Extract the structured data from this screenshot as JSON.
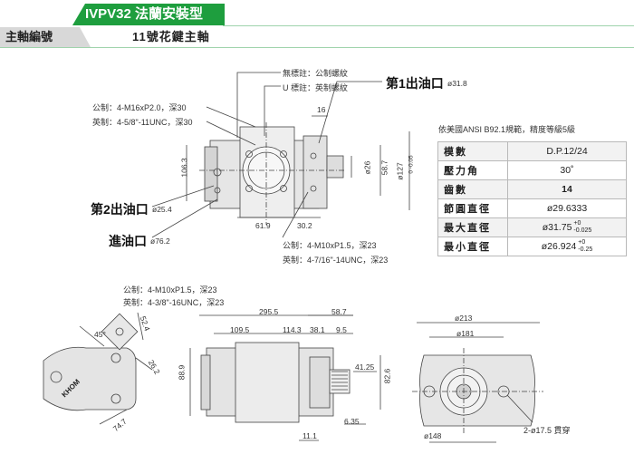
{
  "header": {
    "title": "IVPV32 法蘭安裝型",
    "shaft_label": "主軸編號",
    "shaft_value": "11號花鍵主軸"
  },
  "front_view": {
    "thread_no_mark": "無標註：公制螺紋",
    "thread_u_mark": "U 標註：英制螺紋",
    "port1_label": "第1出油口",
    "port1_size": "ø31.8",
    "port2_label": "第2出油口",
    "port2_size": "ø25.4",
    "inlet_label": "進油口",
    "inlet_size": "ø76.2",
    "bolt_metric_top": "公制：4-M16xP2.0，深30",
    "bolt_imperial_top": "英制：4-5/8\"-11UNC，深30",
    "bolt_metric_bottom": "公制：4-M10xP1.5，深23",
    "bolt_imperial_bottom": "英制：4-7/16\"-14UNC，深23",
    "dim_106_3": "106.3",
    "dim_16": "16",
    "dim_26": "ø26",
    "dim_58_7": "58.7",
    "dim_127": "ø127",
    "dim_127_tol": "0 -0.05",
    "dim_61_9": "61.9",
    "dim_30_2": "30.2"
  },
  "side_view": {
    "bolt_metric": "公制：4-M10xP1.5，深23",
    "bolt_imperial": "英制：4-3/8\"-16UNC，深23",
    "dim_52_4": "52.4",
    "dim_26_2": "26.2",
    "dim_45": "45°",
    "dim_74_7": "74.7",
    "brand": "KHOM"
  },
  "bottom_view": {
    "dim_295_5": "295.5",
    "dim_58_7": "58.7",
    "dim_109_5": "109.5",
    "dim_114_3": "114.3",
    "dim_38_1": "38.1",
    "dim_9_5": "9.5",
    "dim_88_9": "88.9",
    "dim_41_25": "41.25",
    "dim_82_6": "82.6",
    "dim_6_35": "6.35",
    "dim_11_1": "11.1"
  },
  "flange_view": {
    "dim_213": "ø213",
    "dim_181": "ø181",
    "dim_148": "ø148",
    "holes": "2-ø17.5 貫穿"
  },
  "spline_spec": {
    "caption": "依美國ANSI B92.1規範，精度等級5級",
    "rows": [
      {
        "key": "模數",
        "value": "D.P.12/24",
        "tol_up": "",
        "tol_down": ""
      },
      {
        "key": "壓力角",
        "value": "30˚",
        "tol_up": "",
        "tol_down": ""
      },
      {
        "key": "齒數",
        "value": "14",
        "tol_up": "",
        "tol_down": ""
      },
      {
        "key": "節圓直徑",
        "value": "ø29.6333",
        "tol_up": "",
        "tol_down": ""
      },
      {
        "key": "最大直徑",
        "value": "ø31.75",
        "tol_up": "+0",
        "tol_down": "-0.025"
      },
      {
        "key": "最小直徑",
        "value": "ø26.924",
        "tol_up": "+0",
        "tol_down": "-0.25"
      }
    ]
  }
}
